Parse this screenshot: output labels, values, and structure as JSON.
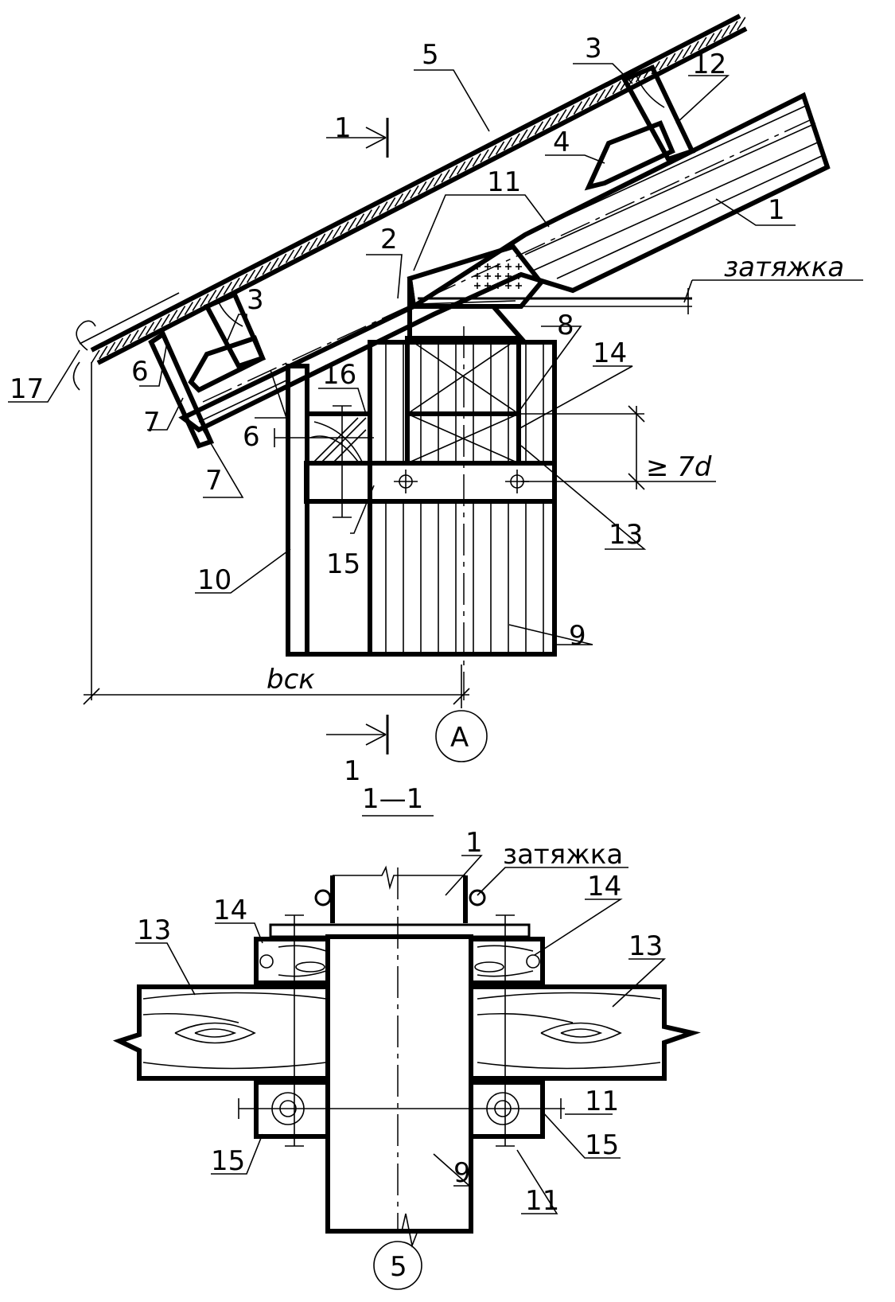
{
  "figure": {
    "callouts_top": {
      "c1": "1",
      "c2": "2",
      "c3a": "3",
      "c3b": "3",
      "c4": "4",
      "c5": "5",
      "c6a": "6",
      "c6b": "6",
      "c7a": "7",
      "c7b": "7",
      "c8": "8",
      "c9": "9",
      "c10": "10",
      "c11": "11",
      "c12": "12",
      "c13": "13",
      "c14": "14",
      "c15": "15",
      "c16": "16",
      "c17": "17",
      "tie": "затяжка",
      "dim_7d": "≥ 7d",
      "dim_bck": "bск",
      "section_mark_top": "1",
      "section_mark_bottom": "1",
      "axis_A": "A"
    },
    "section_title": "1—1",
    "callouts_section": {
      "c1": "1",
      "tie": "затяжка",
      "c13_left": "13",
      "c13_right": "13",
      "c14_left": "14",
      "c14_right": "14",
      "c15_left": "15",
      "c15_right": "15",
      "c11_right": "11",
      "c11_bottom": "11",
      "c9": "9",
      "axis_5": "5"
    }
  }
}
